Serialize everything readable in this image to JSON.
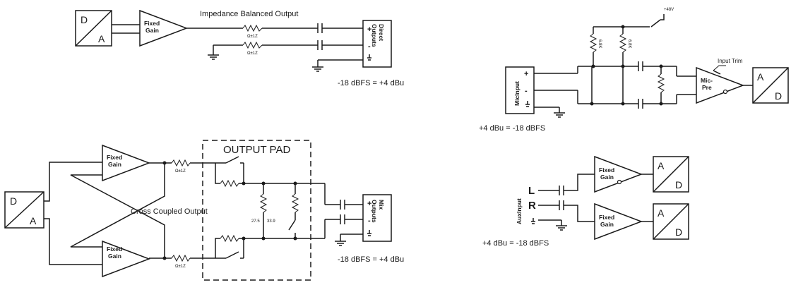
{
  "colors": {
    "line": "#1a1a1a",
    "background": "#ffffff"
  },
  "converter_top": "D",
  "converter_bottom": "A",
  "adc_top": "A",
  "adc_bottom": "D",
  "amp_label": "Fixed\nGain",
  "mic_pre_label": "Mic-\nPre",
  "plus": "+",
  "minus": "-",
  "direct": {
    "title": "Impedance Balanced Output",
    "resistor_label": "Ω±1Z",
    "output_label": "Direct\nOutputs",
    "level": "-18 dBFS = +4 dBu"
  },
  "mix": {
    "cross_label": "Cross Coupled Output",
    "pad_label": "OUTPUT PAD",
    "resistor_label": "Ω±1Z",
    "pad_res_left": "27.5",
    "pad_res_right": "33.9",
    "output_label": "Mix\nOutputs",
    "level": "-18 dBFS = +4 dBu"
  },
  "mic": {
    "phantom": "+48V",
    "res_left": "6.8K",
    "res_right": "6.8K",
    "input_label": "MicInput",
    "trim_label": "Input Trim",
    "level": "+4 dBu = -18 dBFS"
  },
  "aux": {
    "input_label": "AuxInput",
    "left": "L",
    "right": "R",
    "level": "+4 dBu = -18 dBFS"
  }
}
